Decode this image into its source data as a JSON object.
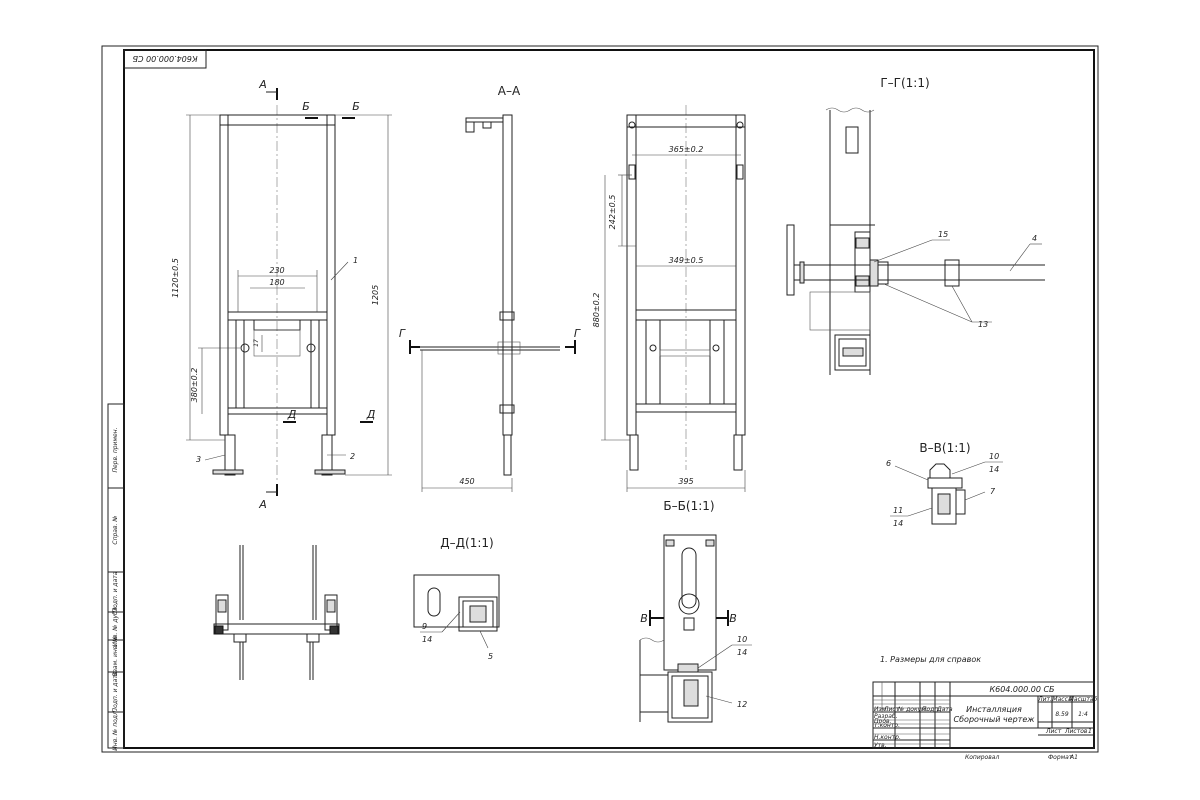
{
  "sheet": {
    "stamp_top": "К604.000.00 СБ",
    "note": "1. Размеры для справок",
    "format_label": "Формат",
    "format_value": "A1",
    "copied_label": "Копировал"
  },
  "views": {
    "section_a_a": "А–А",
    "section_g_g": "Г–Г(1:1)",
    "section_b_b": "Б–Б(1:1)",
    "section_d_d": "Д–Д(1:1)",
    "section_v_v": "В–В(1:1)"
  },
  "markers": {
    "a": "А",
    "b": "Б",
    "g": "Г",
    "d": "Д",
    "v": "В"
  },
  "dimensions": {
    "front_height": "1120±0.5",
    "front_total": "1205",
    "width_230": "230",
    "width_180": "180",
    "height_380": "380±0.2",
    "small_17": "17",
    "side_depth": "450",
    "back_365": "365±0.2",
    "back_349": "349±0.5",
    "back_242": "242±0.5",
    "back_880": "880±0.2",
    "back_width": "395"
  },
  "callouts": {
    "p1": "1",
    "p2": "2",
    "p3": "3",
    "p4": "4",
    "p5": "5",
    "p6": "6",
    "p7": "7",
    "p9": "9",
    "p10a": "10",
    "p10b": "10",
    "p11": "11",
    "p12": "12",
    "p13": "13",
    "p14a": "14",
    "p14b": "14",
    "p14c": "14",
    "p14d": "14",
    "p15": "15"
  },
  "left_margin": {
    "perv_primen": "Перв. примен.",
    "sprav": "Справ. №",
    "podp_data1": "Подп. и дата",
    "inv_dubl": "Инв. № дубл.",
    "vzam_inv": "Взам. инв. №",
    "podp_data2": "Подп. и дата",
    "inv_podl": "Инв. № подл."
  },
  "title_block": {
    "designation": "К604.000.00 СБ",
    "name_line1": "Инсталляция",
    "name_line2": "Сборочный чертеж",
    "col_lit": "Лит.",
    "col_mass": "Масса",
    "col_scale": "Масштаб",
    "mass_value": "8.59",
    "scale_value": "1:4",
    "sheet_label": "Лист",
    "sheets_label": "Листов",
    "sheets_value": "1",
    "row_izm": "Изм.",
    "row_list": "Лист",
    "row_doc": "№ докум.",
    "row_podp": "Подп.",
    "row_data": "Дата",
    "razrab": "Разраб.",
    "prov": "Пров.",
    "tkontr": "Т.контр.",
    "nkontr": "Н.контр.",
    "utv": "Утв."
  }
}
